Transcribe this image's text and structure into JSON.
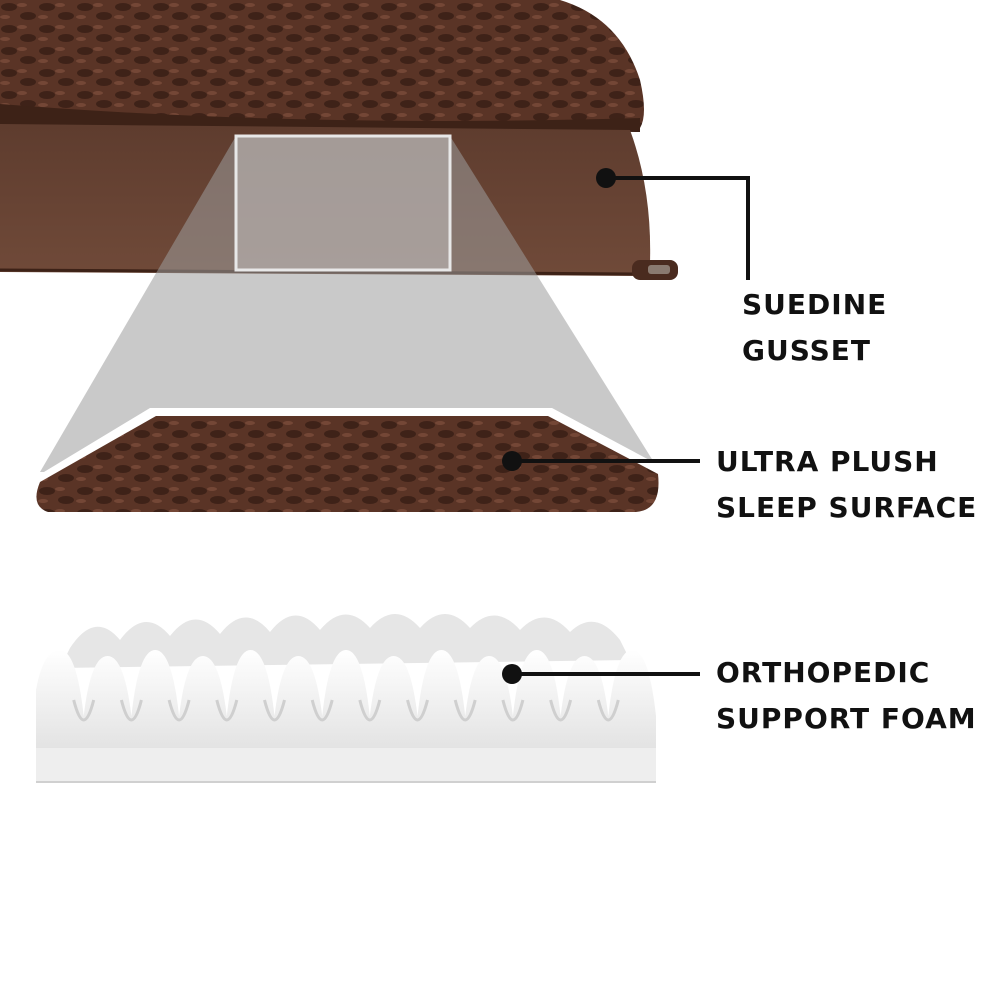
{
  "labels": {
    "suedine_gusset": {
      "line1": "SUEDINE",
      "line2": "GUSSET"
    },
    "ultra_plush": {
      "line1": "ULTRA PLUSH",
      "line2": "SLEEP SURFACE"
    },
    "orthopedic_foam": {
      "line1": "ORTHOPEDIC",
      "line2": "SUPPORT FOAM"
    }
  },
  "colors": {
    "fur": "#5a3426",
    "fur_dark": "#3a1f15",
    "fur_light": "#7a4c3a",
    "gusset": "#6a4636",
    "magnifier": "#b5b5b5",
    "foam": "#f1f1f1",
    "foam_shadow": "#d4d4d4",
    "callout_line": "#111111",
    "label_text": "#111111"
  }
}
